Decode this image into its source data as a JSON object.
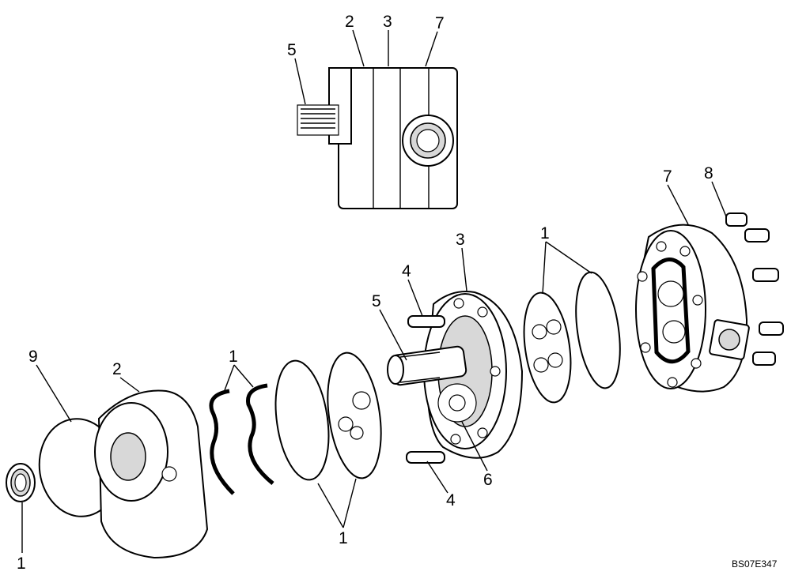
{
  "diagram": {
    "drawing_code": "BS07E347",
    "callouts": {
      "assembled_seal": "5",
      "assembled_flange": "2",
      "assembled_body": "3",
      "assembled_cover": "7",
      "seal": "1",
      "o_ring": "9",
      "front_flange": "2",
      "left_seals": "1",
      "left_plate_seals": "1",
      "pin_top": "4",
      "shaft": "5",
      "gear_body": "3",
      "gear": "6",
      "pin_bottom": "4",
      "right_seals": "1",
      "rear_cover": "7",
      "bolts": "8"
    }
  }
}
